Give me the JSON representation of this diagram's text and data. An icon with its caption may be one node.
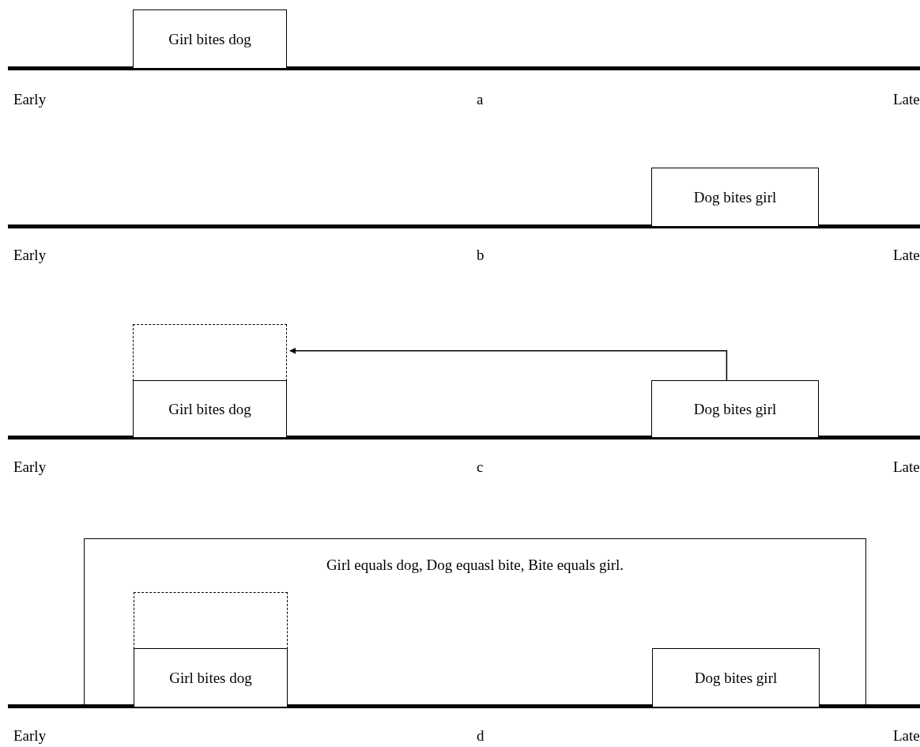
{
  "diagram": {
    "nodes": [
      {
        "text": [
          "Girl bites dog"
        ]
      },
      {
        "text": [
          "Dog bites girl"
        ]
      },
      {
        "text": [],
        "shape": "box"
      },
      {
        "text": [
          "Girl bites dog"
        ]
      },
      {
        "text": [
          "Dog bites girl"
        ]
      },
      {
        "text": [
          "Girl equals dog, Dog equasl bite, Bite equals girl."
        ]
      },
      {
        "text": [],
        "shape": "box",
        "in": 5
      },
      {
        "text": [
          "Girl bites dog"
        ],
        "in": 5
      },
      {
        "text": [
          "Dog bites girl"
        ],
        "in": 5
      }
    ],
    "edges": [
      {
        "from": 4,
        "to": 2,
        "arrow": "to"
      }
    ],
    "labels": [
      "Early",
      "a",
      "Late",
      "Early",
      "b",
      "Late",
      "Early",
      "c",
      "Late",
      "Early",
      "d",
      "Late"
    ]
  }
}
